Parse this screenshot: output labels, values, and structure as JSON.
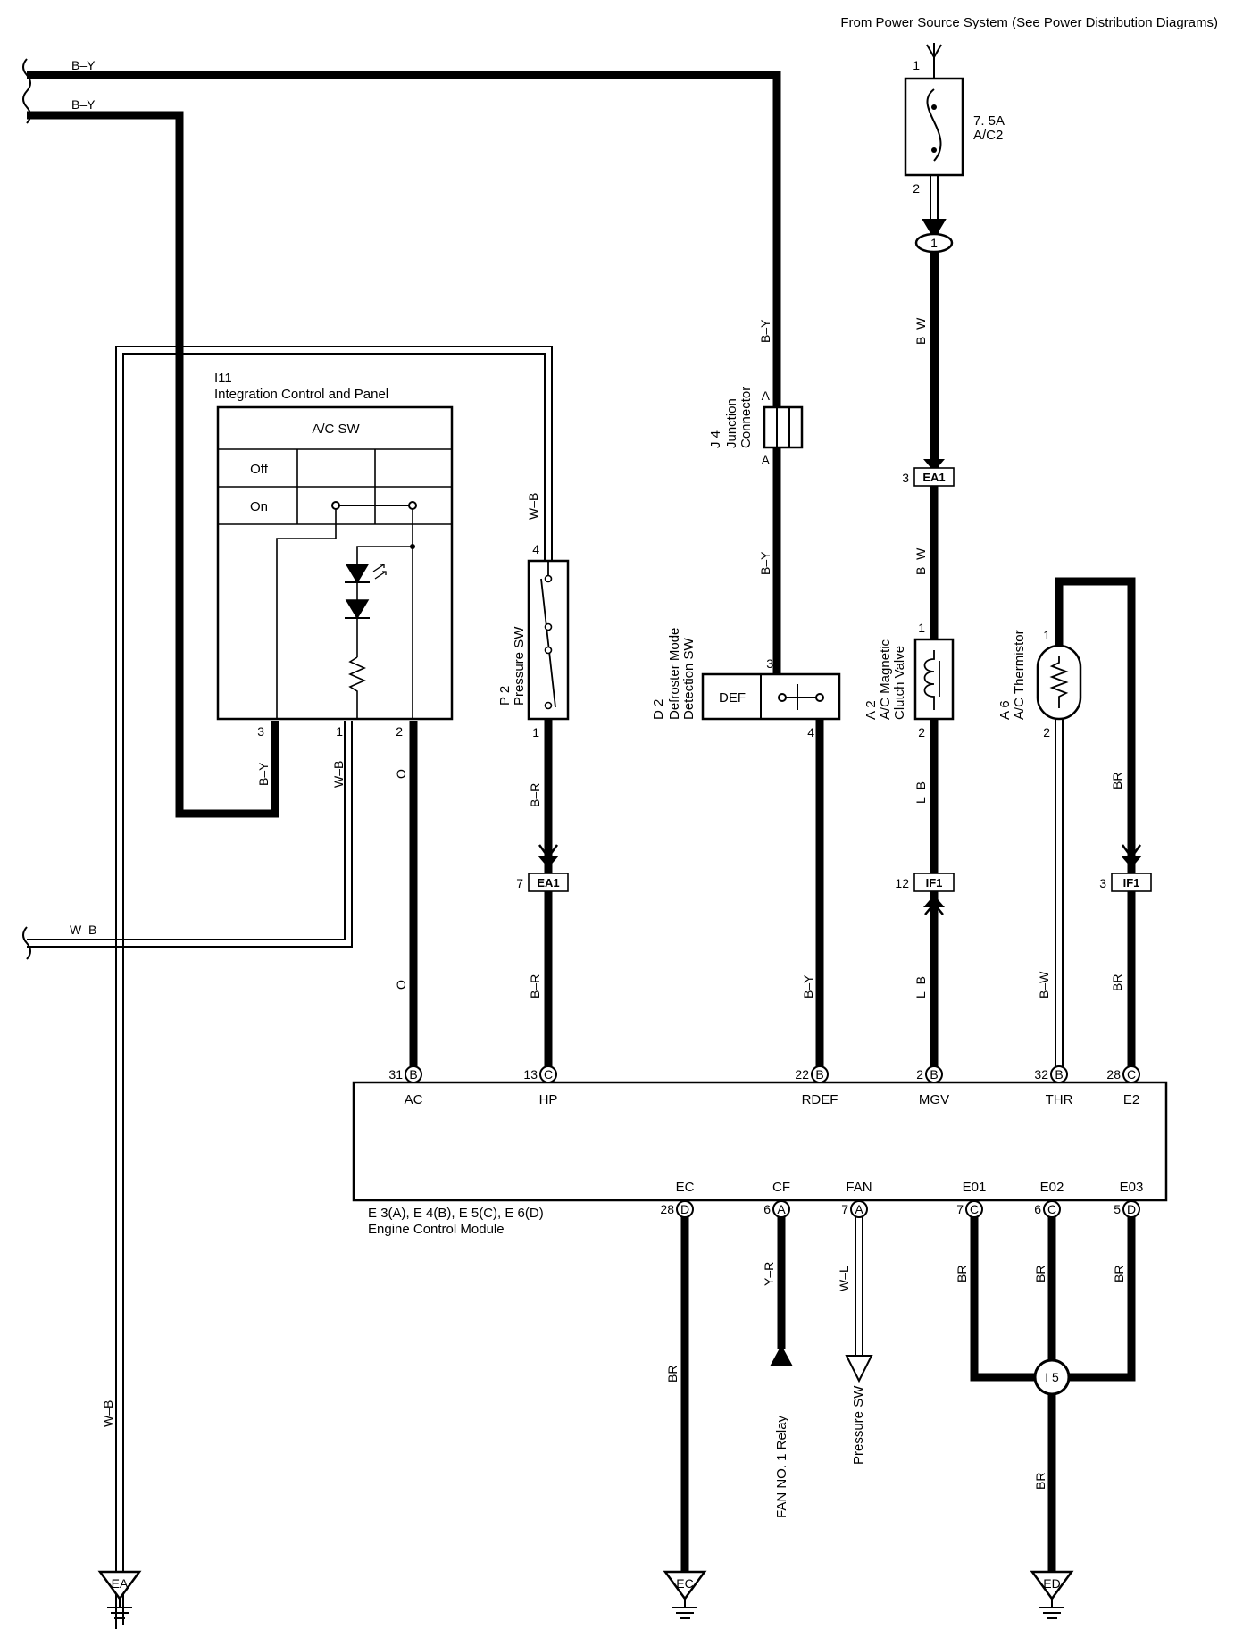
{
  "header": {
    "source_note": "From Power Source System (See Power Distribution Diagrams)"
  },
  "fuse": {
    "rating": "7. 5A",
    "name": "A/C2",
    "pin_in": "1",
    "pin_out": "2"
  },
  "connector_node_1": "1",
  "wire_colors": {
    "by_top1": "B–Y",
    "by_top2": "B–Y",
    "wb_left": "W–B",
    "by_mid": "B–Y",
    "by_upper": "B–Y",
    "bw_top": "B–W",
    "bw_mid": "B–W",
    "wb_loop": "W–B",
    "by_i11": "B–Y",
    "wb_i11": "W–B",
    "o_upper": "O",
    "o_lower": "O",
    "br_p2": "B–R",
    "br_p2_lower": "B–R",
    "by_d2": "B–Y",
    "lb_a2": "L–B",
    "lb_a2_lower": "L–B",
    "br_therm": "BR",
    "br_therm_lower": "BR",
    "bw_thr": "B–W",
    "wb_ground": "W–B",
    "br_ec": "BR",
    "yr_cf": "Y–R",
    "wl_fan": "W–L",
    "br_e01": "BR",
    "br_e02": "BR",
    "br_e03": "BR",
    "br_ed": "BR"
  },
  "i11": {
    "code": "I11",
    "name": "Integration Control and Panel",
    "switch_title": "A/C SW",
    "row_off": "Off",
    "row_on": "On",
    "pins": [
      "3",
      "1",
      "2"
    ]
  },
  "j4": {
    "code": "J 4",
    "name1": "Junction",
    "name2": "Connector",
    "pin_a": "A",
    "pin_a2": "A"
  },
  "p2": {
    "code": "P 2",
    "name": "Pressure SW",
    "pin_top": "4",
    "pin_bottom": "1"
  },
  "d2": {
    "code": "D 2",
    "name1": "Defroster Mode",
    "name2": "Detection SW",
    "def_label": "DEF",
    "pin_top": "3",
    "pin_bottom": "4"
  },
  "a2": {
    "code": "A 2",
    "name1": "A/C Magnetic",
    "name2": "Clutch Valve",
    "pin_top": "1",
    "pin_bottom": "2"
  },
  "a6": {
    "code": "A 6",
    "name": "A/C Thermistor",
    "pin_top": "1",
    "pin_bottom": "2"
  },
  "junctions": {
    "ea1_top": {
      "pin": "3",
      "label": "EA1"
    },
    "ea1_left": {
      "pin": "7",
      "label": "EA1"
    },
    "if1_mid": {
      "pin": "12",
      "label": "IF1"
    },
    "if1_right": {
      "pin": "3",
      "label": "IF1"
    }
  },
  "ecm": {
    "codes": "E 3(A), E 4(B), E 5(C), E 6(D)",
    "name": "Engine Control Module",
    "top_pins": [
      {
        "num": "31",
        "conn": "B",
        "label": "AC"
      },
      {
        "num": "13",
        "conn": "C",
        "label": "HP"
      },
      {
        "num": "22",
        "conn": "B",
        "label": "RDEF"
      },
      {
        "num": "2",
        "conn": "B",
        "label": "MGV"
      },
      {
        "num": "32",
        "conn": "B",
        "label": "THR"
      },
      {
        "num": "28",
        "conn": "C",
        "label": "E2"
      }
    ],
    "bottom_pins": [
      {
        "num": "28",
        "conn": "D",
        "label": "EC"
      },
      {
        "num": "6",
        "conn": "A",
        "label": "CF"
      },
      {
        "num": "7",
        "conn": "A",
        "label": "FAN"
      },
      {
        "num": "7",
        "conn": "C",
        "label": "E01"
      },
      {
        "num": "6",
        "conn": "C",
        "label": "E02"
      },
      {
        "num": "5",
        "conn": "D",
        "label": "E03"
      }
    ]
  },
  "splice_i5": "I 5",
  "destinations": {
    "fan_relay": "FAN NO. 1 Relay",
    "pressure_sw": "Pressure SW"
  },
  "grounds": [
    "EA",
    "EC",
    "ED"
  ]
}
